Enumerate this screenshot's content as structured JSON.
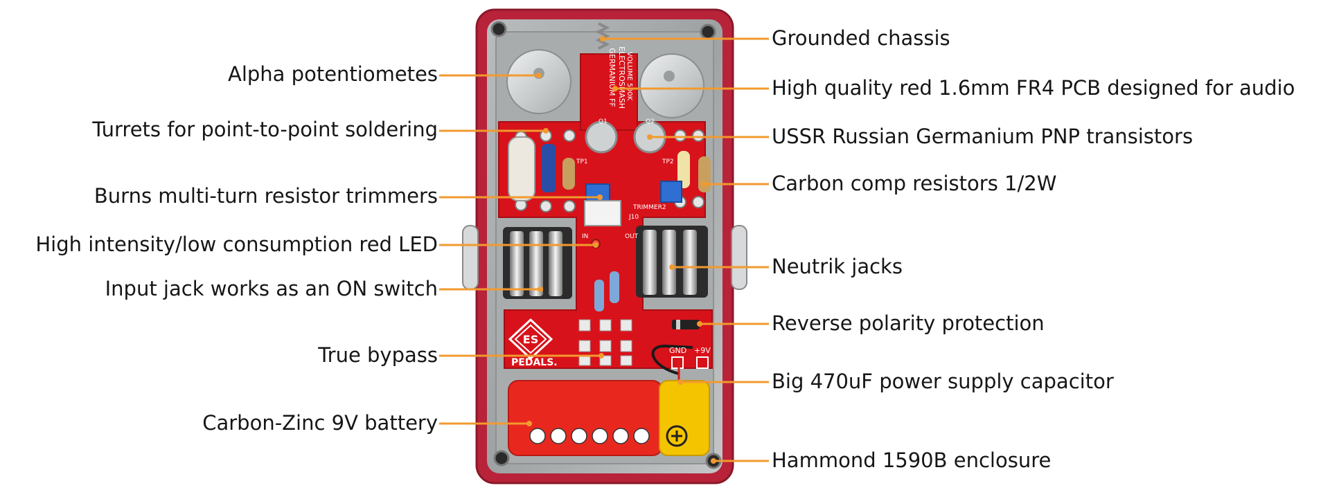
{
  "callouts_left": [
    {
      "id": "alpha-pots",
      "text": "Alpha potentiometes"
    },
    {
      "id": "turrets",
      "text": "Turrets for point-to-point soldering"
    },
    {
      "id": "trimmers",
      "text": "Burns multi-turn resistor trimmers"
    },
    {
      "id": "led",
      "text": "High intensity/low consumption red LED"
    },
    {
      "id": "input-jack",
      "text": "Input jack works as an ON switch"
    },
    {
      "id": "true-bypass",
      "text": "True bypass"
    },
    {
      "id": "battery",
      "text": "Carbon-Zinc 9V battery"
    }
  ],
  "callouts_right": [
    {
      "id": "chassis",
      "text": "Grounded chassis"
    },
    {
      "id": "pcb",
      "text": "High quality red 1.6mm FR4 PCB designed for audio"
    },
    {
      "id": "transistors",
      "text": "USSR Russian Germanium PNP transistors"
    },
    {
      "id": "carbon-resistors",
      "text": "Carbon comp resistors 1/2W"
    },
    {
      "id": "neutrik",
      "text": "Neutrik jacks"
    },
    {
      "id": "reverse-polarity",
      "text": "Reverse polarity protection"
    },
    {
      "id": "capacitor",
      "text": "Big 470uF power supply capacitor"
    },
    {
      "id": "enclosure",
      "text": "Hammond 1590B enclosure"
    }
  ],
  "pcb_silkscreen": {
    "title": "GERMANIUM FF",
    "subtitle": "ELECTROSMASH",
    "volume": "VOLUME 500K",
    "trimmer2": "TRIMMER2",
    "j10": "J10",
    "gnd": "GND",
    "plus9v": "+9V",
    "tp1": "TP1",
    "tp2": "TP2",
    "q1": "Q1",
    "q2": "Q2",
    "in": "IN",
    "out": "OUT",
    "brand": "PEDALS.",
    "logo": "ES"
  },
  "colors": {
    "enclosure": "#b8233a",
    "pcb": "#d8121a",
    "leader": "#f29a2e",
    "battery_red": "#e8281f",
    "battery_yellow": "#f5c400",
    "text": "#161616"
  }
}
